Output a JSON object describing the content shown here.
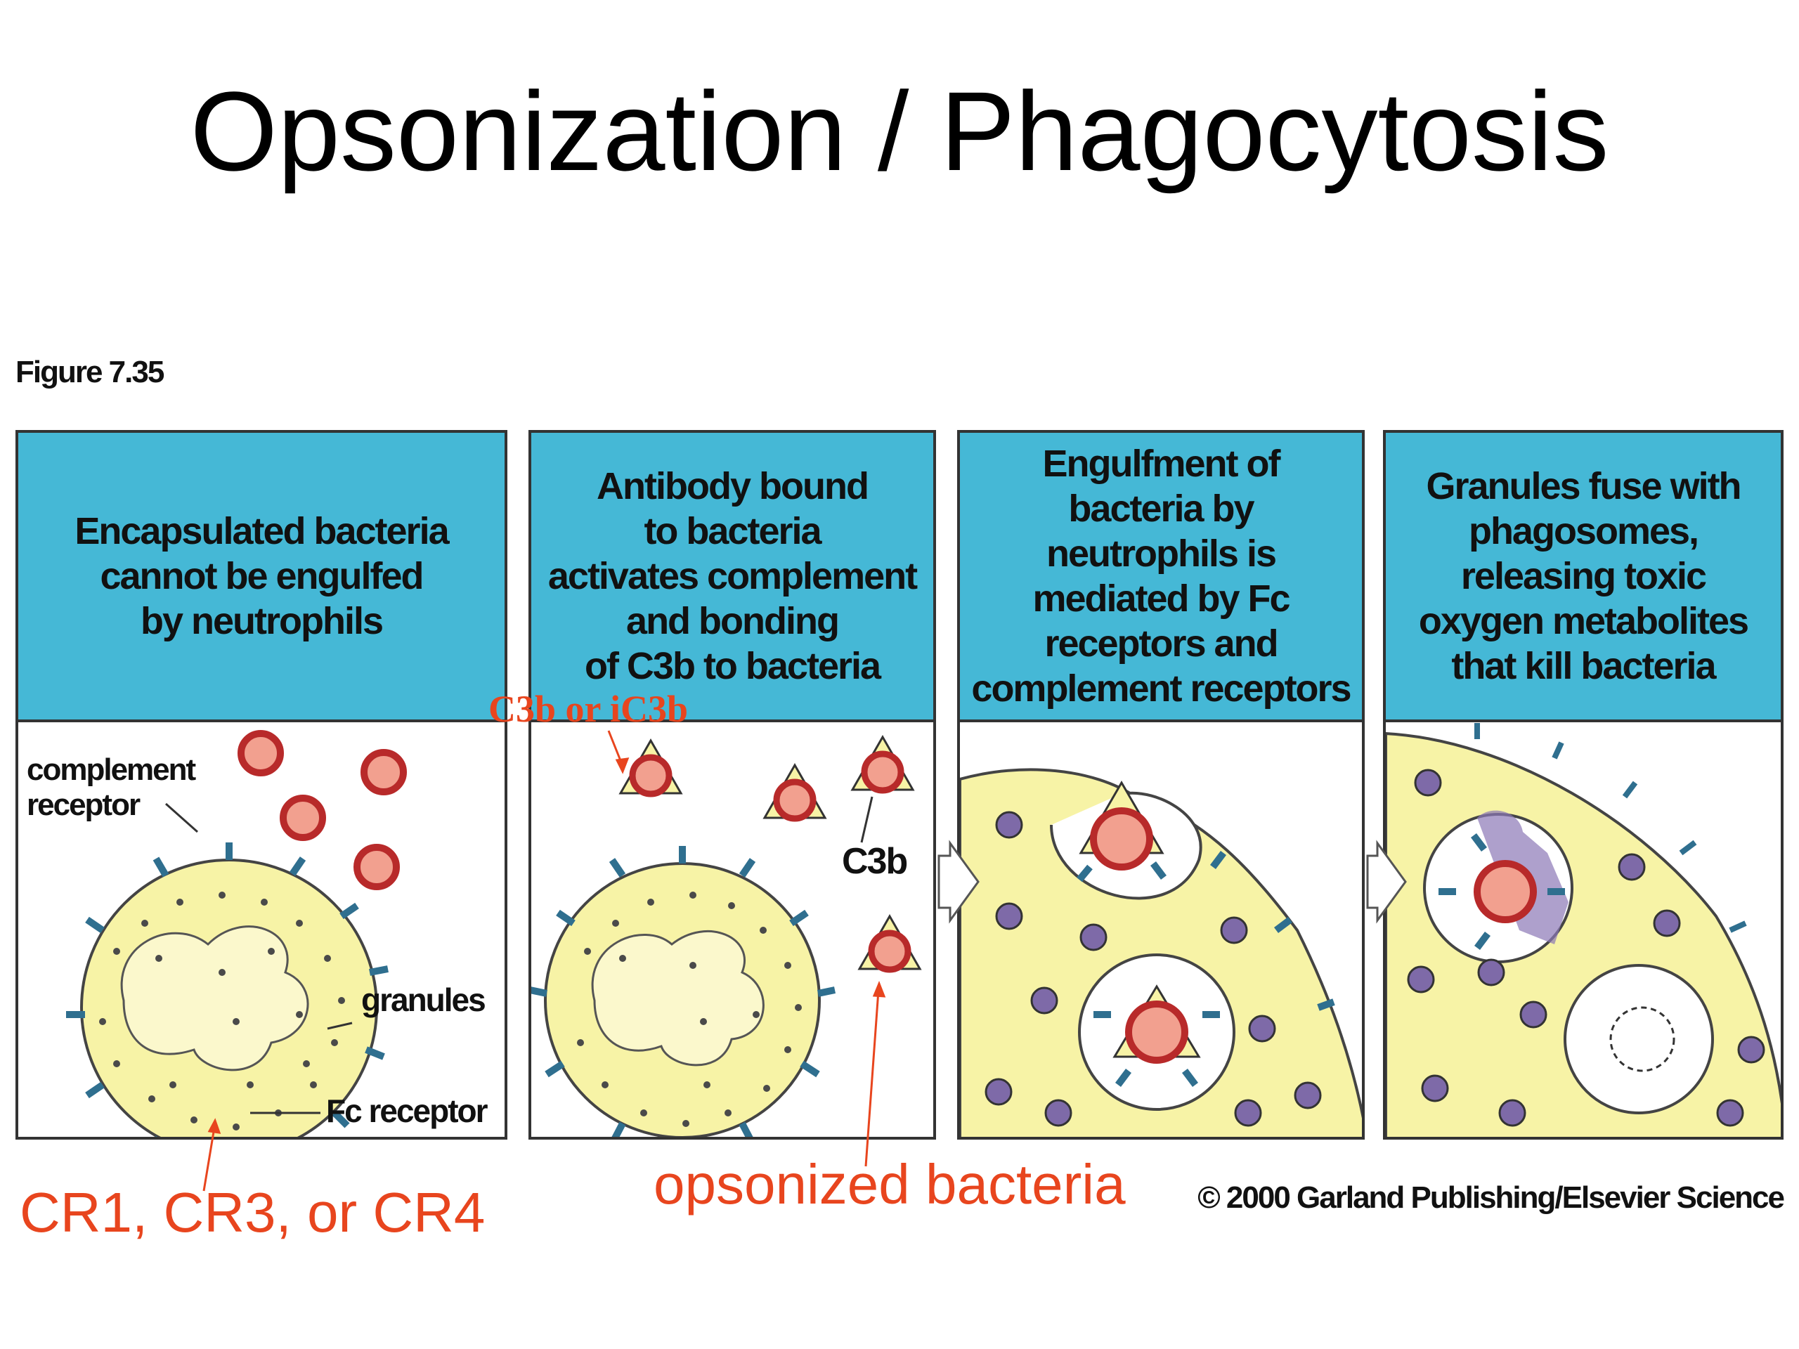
{
  "title": "Opsonization / Phagocytosis",
  "figure_label": "Figure 7.35",
  "panels": [
    {
      "caption": "Encapsulated bacteria\ncannot be engulfed\nby neutrophils"
    },
    {
      "caption": "Antibody bound\nto bacteria\nactivates complement\nand bonding\nof C3b to bacteria"
    },
    {
      "caption": "Engulfment of\nbacteria by\nneutrophils is\nmediated by Fc\nreceptors and\ncomplement receptors"
    },
    {
      "caption": "Granules fuse with\nphagosomes,\nreleasing toxic\noxygen metabolites\nthat kill bacteria"
    }
  ],
  "labels": {
    "complement_receptor": "complement\nreceptor",
    "granules": "granules",
    "fc_receptor": "Fc receptor",
    "c3b": "C3b"
  },
  "annotations": {
    "c3b_or_ic3b": "C3b or iC3b",
    "cr_receptors": "CR1, CR3, or CR4",
    "opsonized_bacteria": "opsonized bacteria"
  },
  "copyright": "© 2000 Garland Publishing/Elsevier Science",
  "colors": {
    "header": "#45b8d6",
    "cytoplasm": "#f7f3a6",
    "granule": "#7e6aa8",
    "bacteria": "#f2a08f",
    "bacteria_ring": "#b82a2a",
    "receptor": "#2f6f8f",
    "annotation": "#e8451e"
  }
}
